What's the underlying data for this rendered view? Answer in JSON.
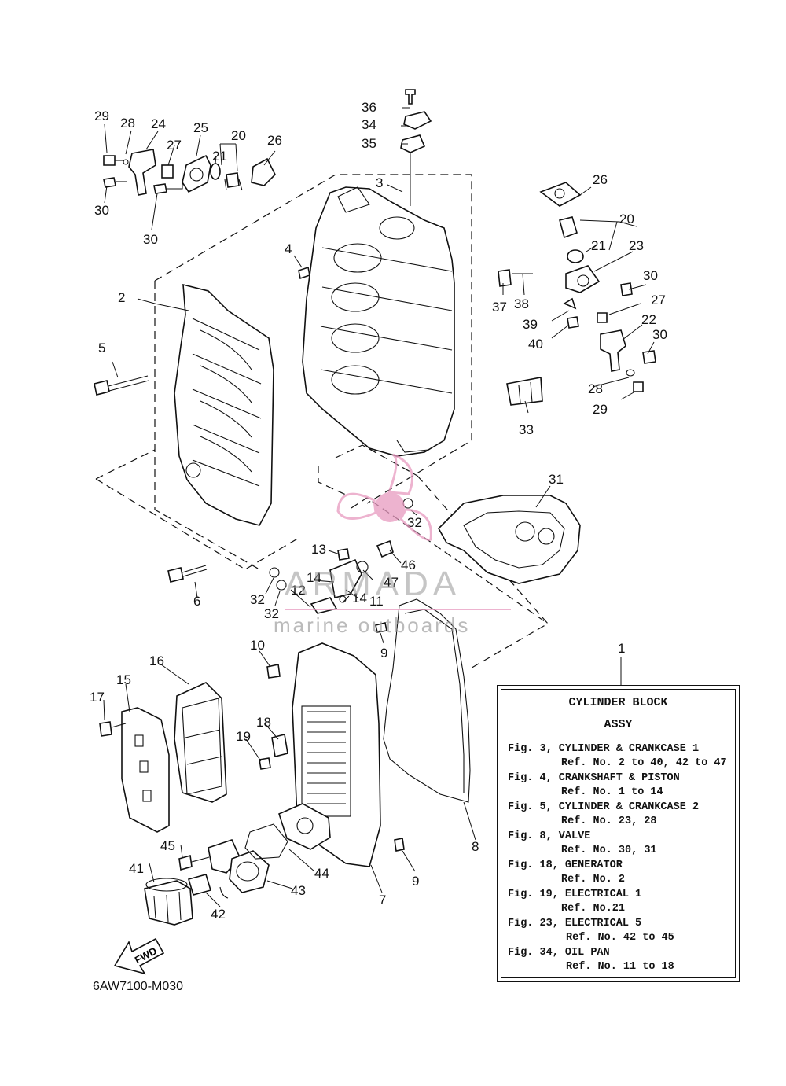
{
  "callouts": [
    "1",
    "2",
    "3",
    "4",
    "5",
    "6",
    "7",
    "8",
    "9",
    "9",
    "10",
    "11",
    "12",
    "13",
    "14",
    "14",
    "15",
    "16",
    "17",
    "18",
    "19",
    "20",
    "20",
    "21",
    "21",
    "22",
    "23",
    "24",
    "25",
    "26",
    "26",
    "27",
    "27",
    "28",
    "28",
    "29",
    "29",
    "30",
    "30",
    "30",
    "30",
    "31",
    "32",
    "32",
    "32",
    "33",
    "34",
    "35",
    "36",
    "37",
    "38",
    "39",
    "40",
    "41",
    "42",
    "43",
    "44",
    "45",
    "46",
    "47"
  ],
  "legend": {
    "title_line1": "CYLINDER BLOCK",
    "title_line2": "ASSY",
    "lines": [
      "Fig. 3, CYLINDER & CRANKCASE 1",
      "Ref. No. 2 to 40, 42 to 47",
      "Fig. 4, CRANKSHAFT & PISTON",
      "Ref. No. 1 to 14",
      "Fig. 5, CYLINDER & CRANKCASE 2",
      "Ref. No. 23, 28",
      "Fig. 8, VALVE",
      "Ref. No. 30, 31",
      "Fig. 18, GENERATOR",
      "Ref. No. 2",
      "Fig. 19, ELECTRICAL 1",
      "Ref. No.21",
      "Fig. 23, ELECTRICAL 5",
      "Ref. No. 42 to 45",
      "Fig. 34, OIL PAN",
      "Ref. No. 11 to 18"
    ]
  },
  "fwd_label": "FWD",
  "diagram_code": "6AW7100-M030",
  "watermark": {
    "brand": "ARMADA",
    "tagline": "marine outboards",
    "accent_color": "#e89ac0"
  },
  "colors": {
    "ink": "#111111",
    "paper": "#ffffff"
  }
}
